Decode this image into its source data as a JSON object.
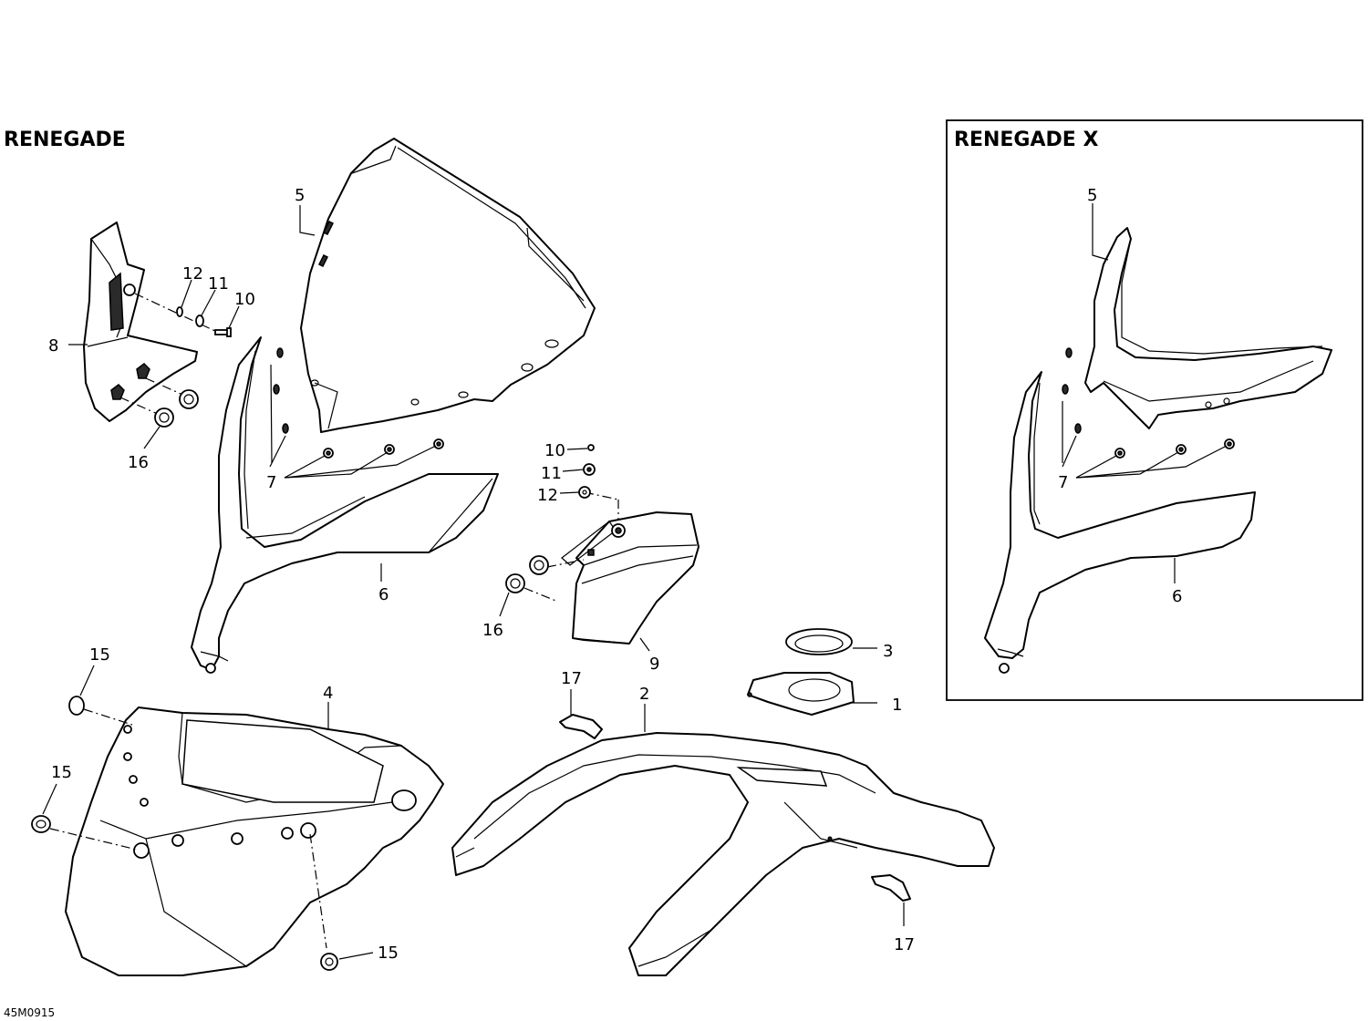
{
  "headings": {
    "renegade": "RENEGADE",
    "renegade_x": "RENEGADE X"
  },
  "diagram_code": "45M0915",
  "callouts": {
    "c5": "5",
    "c12a": "12",
    "c11a": "11",
    "c10a": "10",
    "c8": "8",
    "c16a": "16",
    "c7": "7",
    "c6": "6",
    "c10b": "10",
    "c11b": "11",
    "c12b": "12",
    "c16b": "16",
    "c9": "9",
    "c3": "3",
    "c1": "1",
    "c15a": "15",
    "c4": "4",
    "c17a": "17",
    "c2": "2",
    "c15b": "15",
    "c15c": "15",
    "c17b": "17",
    "x5": "5",
    "x7": "7",
    "x6": "6"
  }
}
